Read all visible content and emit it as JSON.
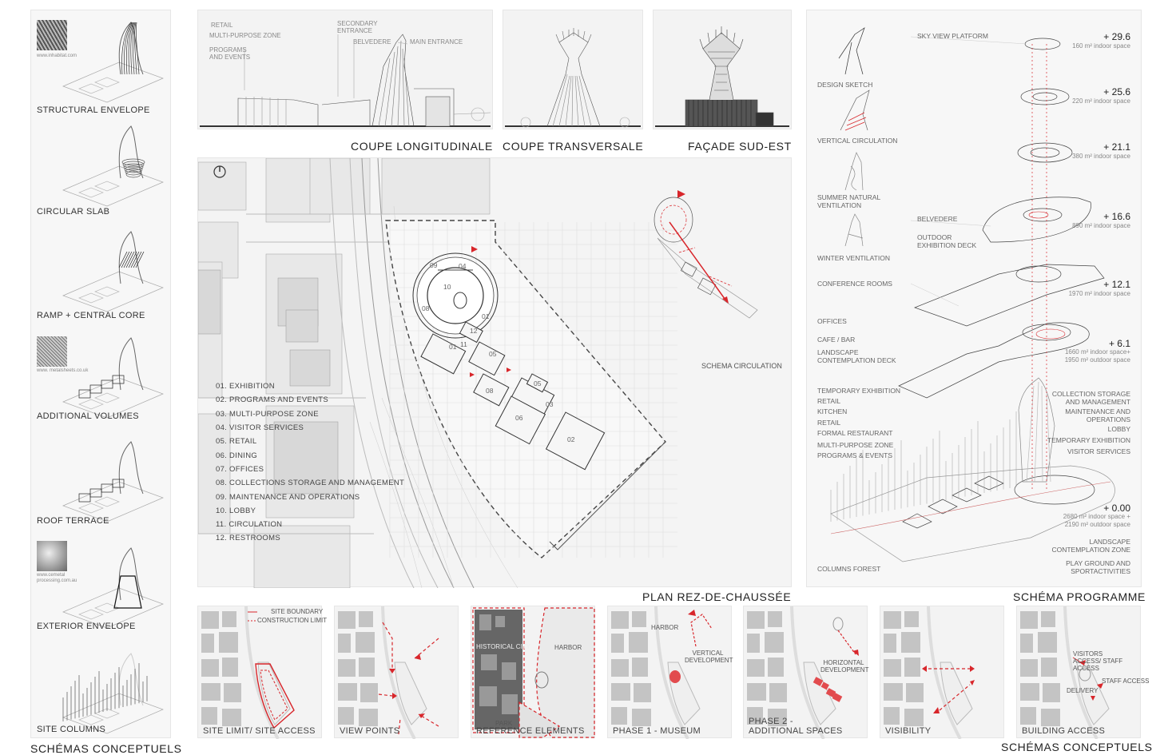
{
  "left_column": {
    "items": [
      {
        "label": "STRUCTURAL ENVELOPE",
        "source": "www.inhabitat.com"
      },
      {
        "label": "CIRCULAR SLAB"
      },
      {
        "label": "RAMP + CENTRAL CORE"
      },
      {
        "label": "ADDITIONAL VOLUMES",
        "source": "www. metalsheets.co.uk"
      },
      {
        "label": "ROOF TERRACE"
      },
      {
        "label": "EXTERIOR ENVELOPE",
        "source": "www.cemetal processing.com.au"
      },
      {
        "label": "SITE COLUMNS"
      }
    ],
    "title": "SCHÉMAS CONCEPTUELS"
  },
  "sections": {
    "longitudinal": {
      "title": "COUPE LONGITUDINALE",
      "labels": [
        "RETAIL",
        "MULTI-PURPOSE ZONE",
        "PROGRAMS AND EVENTS",
        "SECONDARY ENTRANCE",
        "BELVEDERE",
        "MAIN ENTRANCE"
      ]
    },
    "transversal": {
      "title": "COUPE TRANSVERSALE"
    },
    "facade": {
      "title": "FAÇADE SUD-EST"
    }
  },
  "plan": {
    "title": "PLAN REZ-DE-CHAUSSÉE",
    "legend": [
      "01. EXHIBITION",
      "02. PROGRAMS AND EVENTS",
      "03. MULTI-PURPOSE ZONE",
      "04. VISITOR SERVICES",
      "05. RETAIL",
      "06. DINING",
      "07. OFFICES",
      "08. COLLECTIONS STORAGE AND MANAGEMENT",
      "09. MAINTENANCE AND OPERATIONS",
      "10. LOBBY",
      "11. CIRCULATION",
      "12. RESTROOMS"
    ],
    "room_numbers": [
      "09",
      "04",
      "10",
      "08",
      "01",
      "12",
      "11",
      "01",
      "05",
      "05",
      "08",
      "03",
      "06",
      "02"
    ],
    "circulation_caption": "SCHEMA CIRCULATION"
  },
  "programme": {
    "title": "SCHÉMA PROGRAMME",
    "small_diagrams": [
      "DESIGN SKETCH",
      "VERTICAL CIRCULATION",
      "SUMMER NATURAL VENTILATION",
      "WINTER VENTILATION"
    ],
    "left_labels": [
      "SKY VIEW PLATFORM",
      "BELVEDERE",
      "OUTDOOR EXHIBITION DECK",
      "CONFERENCE ROOMS",
      "OFFICES",
      "CAFE / BAR",
      "LANDSCAPE CONTEMPLATION DECK",
      "TEMPORARY EXHIBITION",
      "RETAIL",
      "KITCHEN",
      "RETAIL",
      "FORMAL RESTAURANT",
      "MULTI-PURPOSE ZONE",
      "PROGRAMS & EVENTS",
      "COLUMNS FOREST"
    ],
    "right_labels": [
      "COLLECTION STORAGE AND MANAGEMENT",
      "MAINTENANCE AND OPERATIONS",
      "LOBBY",
      "TEMPORARY EXHIBITION",
      "VISITOR SERVICES",
      "LANDSCAPE CONTEMPLATION ZONE",
      "PLAY GROUND AND SPORTACTIVITIES"
    ],
    "levels": [
      {
        "elev": "+ 29.6",
        "area": "160 m² indoor space"
      },
      {
        "elev": "+ 25.6",
        "area": "220 m² indoor space"
      },
      {
        "elev": "+ 21.1",
        "area": "380 m² indoor space"
      },
      {
        "elev": "+ 16.6",
        "area": "890 m² indoor space"
      },
      {
        "elev": "+ 12.1",
        "area": "1970 m² indoor space"
      },
      {
        "elev": "+ 6.1",
        "area": "1660 m² indoor space+ 1950 m² outdoor space"
      },
      {
        "elev": "+ 0.00",
        "area": "2680 m² indoor space + 2190 m² outdoor space"
      }
    ]
  },
  "bottom_row": {
    "panels": [
      {
        "caption": "SITE LIMIT/ SITE ACCESS",
        "notes": [
          "SITE BOUNDARY",
          "CONSTRUCTION LIMIT"
        ]
      },
      {
        "caption": "VIEW POINTS",
        "notes": []
      },
      {
        "caption": "REFERENCE ELEMENTS",
        "notes": [
          "HISTORICAL CITY",
          "HARBOR",
          "PARK"
        ]
      },
      {
        "caption": "PHASE 1 - MUSEUM",
        "notes": [
          "HARBOR",
          "VERTICAL DEVELOPMENT"
        ]
      },
      {
        "caption": "PHASE 2 - ADDITIONAL SPACES",
        "notes": [
          "HORIZONTAL DEVELOPMENT"
        ]
      },
      {
        "caption": "VISIBILITY",
        "notes": []
      },
      {
        "caption": "BUILDING ACCESS",
        "notes": [
          "VISITORS ACCESS/ STAFF ACCESS",
          "STAFF ACCESS",
          "DELIVERY"
        ]
      }
    ],
    "title": "SCHÉMAS CONCEPTUELS"
  },
  "colors": {
    "accent": "#d8262b",
    "line": "#333333",
    "panel": "#f3f3f3",
    "block": "#b8b8b8"
  }
}
